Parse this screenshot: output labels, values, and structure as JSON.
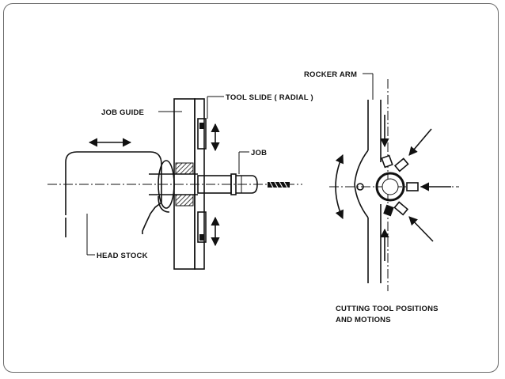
{
  "labels": {
    "job_guide": "JOB GUIDE",
    "tool_slide": "TOOL SLIDE ( RADIAL )",
    "job": "JOB",
    "head_stock": "HEAD STOCK",
    "rocker_arm": "ROCKER ARM",
    "cutting_positions_line1": "CUTTING TOOL POSITIONS",
    "cutting_positions_line2": "AND MOTIONS"
  }
}
